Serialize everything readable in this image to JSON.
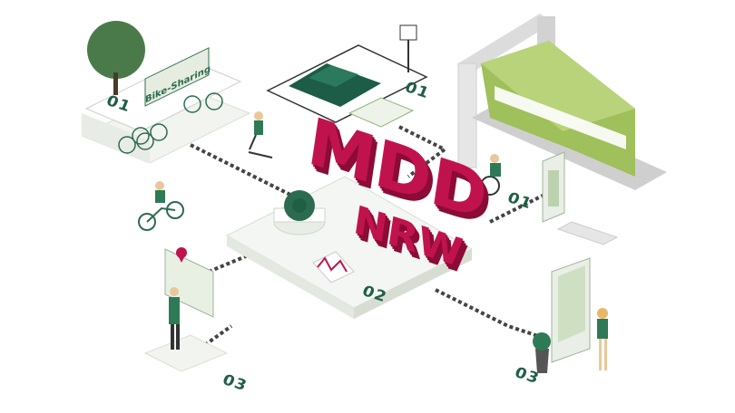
{
  "center_logo": {
    "line1": "MDD",
    "line2": "NRW"
  },
  "station_signs": {
    "bike_sharing": "Bike-Sharing"
  },
  "step_numbers": {
    "bike_station": "01",
    "parking": "01",
    "train_station": "01",
    "hub": "02",
    "map_kiosk_left": "03",
    "map_kiosk_right": "03"
  },
  "colors": {
    "brand_magenta": "#c0134e",
    "green_dark": "#1f5f45",
    "green_light": "#9fc05a",
    "car": "#1d5c47"
  }
}
